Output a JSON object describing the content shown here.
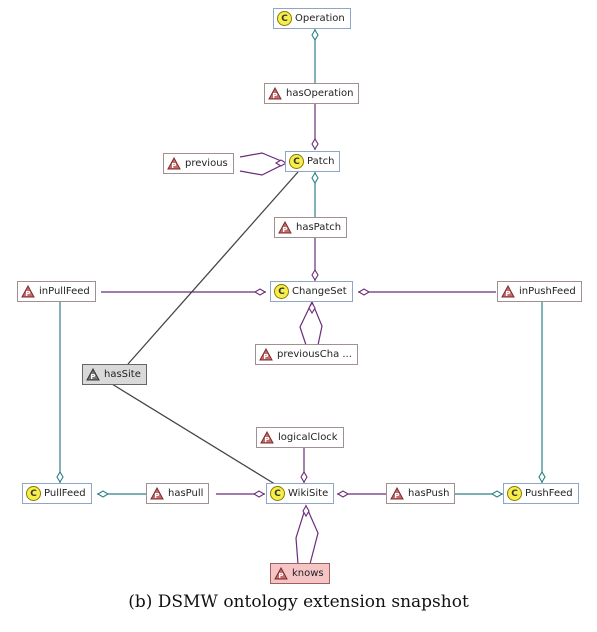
{
  "diagram": {
    "classes": {
      "operation": "Operation",
      "patch": "Patch",
      "changeset": "ChangeSet",
      "wikisite": "WikiSite",
      "pullfeed": "PullFeed",
      "pushfeed": "PushFeed"
    },
    "properties": {
      "hasoperation": "hasOperation",
      "previous": "previous",
      "haspatch": "hasPatch",
      "inpullfeed": "inPullFeed",
      "inpushfeed": "inPushFeed",
      "previouscha": "previousCha ...",
      "hassite": "hasSite",
      "logicalclock": "logicalClock",
      "haspull": "hasPull",
      "haspush": "hasPush",
      "knows": "knows"
    },
    "badges": {
      "class": "C",
      "property": "P"
    },
    "colors": {
      "class_border": "#8fa6c9",
      "class_badge": "#f6ef4a",
      "property_badge": "#c76a6a",
      "domain_edge": "#6b2c7a",
      "range_edge": "#2e7f88",
      "selected_edge": "#444444",
      "hassite_fill": "#d9d9d9",
      "knows_fill": "#f5c4c4"
    },
    "icons": [
      "class-icon",
      "property-icon"
    ]
  },
  "caption": "(b) DSMW ontology extension snapshot"
}
